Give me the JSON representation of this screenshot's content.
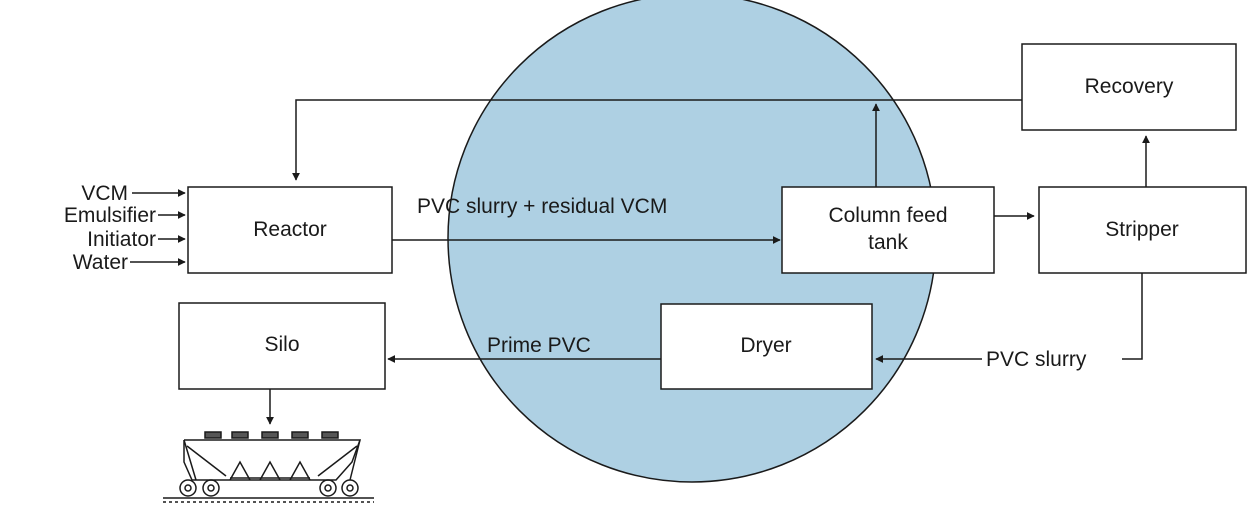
{
  "colors": {
    "circle_fill": "#aed0e3",
    "stroke": "#1a1a1a"
  },
  "inputs": {
    "vcm": "VCM",
    "emulsifier": "Emulsifier",
    "initiator": "Initiator",
    "water": "Water"
  },
  "boxes": {
    "reactor": "Reactor",
    "column_feed_line1": "Column feed",
    "column_feed_line2": "tank",
    "stripper": "Stripper",
    "recovery": "Recovery",
    "dryer": "Dryer",
    "silo": "Silo"
  },
  "flows": {
    "reactor_to_tank": "PVC slurry + residual VCM",
    "dryer_to_silo": "Prime PVC",
    "stripper_to_dryer": "PVC slurry"
  },
  "icons": {
    "rail_car": "hopper-rail-car-icon"
  }
}
